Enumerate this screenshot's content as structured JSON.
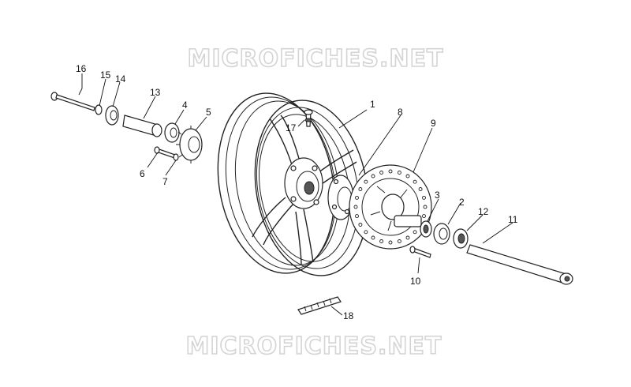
{
  "watermark": {
    "text": "MICROFICHES.NET"
  },
  "callouts": [
    {
      "id": "1",
      "label": "1"
    },
    {
      "id": "2",
      "label": "2"
    },
    {
      "id": "3",
      "label": "3"
    },
    {
      "id": "4",
      "label": "4"
    },
    {
      "id": "5",
      "label": "5"
    },
    {
      "id": "6",
      "label": "6"
    },
    {
      "id": "7",
      "label": "7"
    },
    {
      "id": "8",
      "label": "8"
    },
    {
      "id": "9",
      "label": "9"
    },
    {
      "id": "10",
      "label": "10"
    },
    {
      "id": "11",
      "label": "11"
    },
    {
      "id": "12",
      "label": "12"
    },
    {
      "id": "13",
      "label": "13"
    },
    {
      "id": "14",
      "label": "14"
    },
    {
      "id": "15",
      "label": "15"
    },
    {
      "id": "16",
      "label": "16"
    },
    {
      "id": "17",
      "label": "17"
    },
    {
      "id": "18",
      "label": "18"
    }
  ]
}
